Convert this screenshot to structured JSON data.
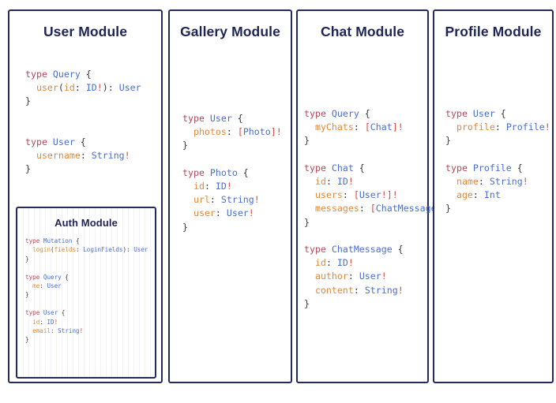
{
  "page": {
    "background": "#ffffff",
    "border_color": "#232a5c",
    "title_color": "#1f2456"
  },
  "syntax_colors": {
    "keyword": "#b5495b",
    "type_name": "#4a6fd4",
    "field_name": "#e08a3c",
    "punctuation": "#3b3b47",
    "non_null_bang": "#d84a3f",
    "bracket": "#d84a3f"
  },
  "modules": [
    {
      "id": "user",
      "title": "User Module",
      "code_lines": [
        [
          {
            "t": "type",
            "c": "kw"
          },
          {
            "t": " ",
            "c": "pun"
          },
          {
            "t": "Query",
            "c": "type"
          },
          {
            "t": " {",
            "c": "pun"
          }
        ],
        [
          {
            "t": "  ",
            "c": "pun"
          },
          {
            "t": "user",
            "c": "fld"
          },
          {
            "t": "(",
            "c": "pun"
          },
          {
            "t": "id",
            "c": "fld"
          },
          {
            "t": ": ",
            "c": "pun"
          },
          {
            "t": "ID",
            "c": "type"
          },
          {
            "t": "!",
            "c": "bang"
          },
          {
            "t": "): ",
            "c": "pun"
          },
          {
            "t": "User",
            "c": "type"
          }
        ],
        [
          {
            "t": "}",
            "c": "pun"
          }
        ],
        [
          {
            "t": "",
            "c": "pun"
          }
        ],
        [
          {
            "t": "",
            "c": "pun"
          }
        ],
        [
          {
            "t": "type",
            "c": "kw"
          },
          {
            "t": " ",
            "c": "pun"
          },
          {
            "t": "User",
            "c": "type"
          },
          {
            "t": " {",
            "c": "pun"
          }
        ],
        [
          {
            "t": "  ",
            "c": "pun"
          },
          {
            "t": "username",
            "c": "fld"
          },
          {
            "t": ": ",
            "c": "pun"
          },
          {
            "t": "String",
            "c": "type"
          },
          {
            "t": "!",
            "c": "bang"
          }
        ],
        [
          {
            "t": "}",
            "c": "pun"
          }
        ]
      ],
      "submodule": {
        "id": "auth",
        "title": "Auth Module",
        "code_lines": [
          [
            {
              "t": "type",
              "c": "kw"
            },
            {
              "t": " ",
              "c": "pun"
            },
            {
              "t": "Mutation",
              "c": "type"
            },
            {
              "t": " {",
              "c": "pun"
            }
          ],
          [
            {
              "t": "  ",
              "c": "pun"
            },
            {
              "t": "login",
              "c": "fld"
            },
            {
              "t": "(",
              "c": "pun"
            },
            {
              "t": "fields",
              "c": "fld"
            },
            {
              "t": ": ",
              "c": "pun"
            },
            {
              "t": "LoginFields",
              "c": "type"
            },
            {
              "t": "): ",
              "c": "pun"
            },
            {
              "t": "User",
              "c": "type"
            }
          ],
          [
            {
              "t": "}",
              "c": "pun"
            }
          ],
          [
            {
              "t": "",
              "c": "pun"
            }
          ],
          [
            {
              "t": "type",
              "c": "kw"
            },
            {
              "t": " ",
              "c": "pun"
            },
            {
              "t": "Query",
              "c": "type"
            },
            {
              "t": " {",
              "c": "pun"
            }
          ],
          [
            {
              "t": "  ",
              "c": "pun"
            },
            {
              "t": "me",
              "c": "fld"
            },
            {
              "t": ": ",
              "c": "pun"
            },
            {
              "t": "User",
              "c": "type"
            }
          ],
          [
            {
              "t": "}",
              "c": "pun"
            }
          ],
          [
            {
              "t": "",
              "c": "pun"
            }
          ],
          [
            {
              "t": "type",
              "c": "kw"
            },
            {
              "t": " ",
              "c": "pun"
            },
            {
              "t": "User",
              "c": "type"
            },
            {
              "t": " {",
              "c": "pun"
            }
          ],
          [
            {
              "t": "  ",
              "c": "pun"
            },
            {
              "t": "id",
              "c": "fld"
            },
            {
              "t": ": ",
              "c": "pun"
            },
            {
              "t": "ID",
              "c": "type"
            },
            {
              "t": "!",
              "c": "bang"
            }
          ],
          [
            {
              "t": "  ",
              "c": "pun"
            },
            {
              "t": "email",
              "c": "fld"
            },
            {
              "t": ": ",
              "c": "pun"
            },
            {
              "t": "String",
              "c": "type"
            },
            {
              "t": "!",
              "c": "bang"
            }
          ],
          [
            {
              "t": "}",
              "c": "pun"
            }
          ]
        ]
      }
    },
    {
      "id": "gallery",
      "title": "Gallery Module",
      "code_lines": [
        [
          {
            "t": "type",
            "c": "kw"
          },
          {
            "t": " ",
            "c": "pun"
          },
          {
            "t": "User",
            "c": "type"
          },
          {
            "t": " {",
            "c": "pun"
          }
        ],
        [
          {
            "t": "  ",
            "c": "pun"
          },
          {
            "t": "photos",
            "c": "fld"
          },
          {
            "t": ": ",
            "c": "pun"
          },
          {
            "t": "[",
            "c": "brk"
          },
          {
            "t": "Photo",
            "c": "type"
          },
          {
            "t": "]",
            "c": "brk"
          },
          {
            "t": "!",
            "c": "bang"
          }
        ],
        [
          {
            "t": "}",
            "c": "pun"
          }
        ],
        [
          {
            "t": "",
            "c": "pun"
          }
        ],
        [
          {
            "t": "type",
            "c": "kw"
          },
          {
            "t": " ",
            "c": "pun"
          },
          {
            "t": "Photo",
            "c": "type"
          },
          {
            "t": " {",
            "c": "pun"
          }
        ],
        [
          {
            "t": "  ",
            "c": "pun"
          },
          {
            "t": "id",
            "c": "fld"
          },
          {
            "t": ": ",
            "c": "pun"
          },
          {
            "t": "ID",
            "c": "type"
          },
          {
            "t": "!",
            "c": "bang"
          }
        ],
        [
          {
            "t": "  ",
            "c": "pun"
          },
          {
            "t": "url",
            "c": "fld"
          },
          {
            "t": ": ",
            "c": "pun"
          },
          {
            "t": "String",
            "c": "type"
          },
          {
            "t": "!",
            "c": "bang"
          }
        ],
        [
          {
            "t": "  ",
            "c": "pun"
          },
          {
            "t": "user",
            "c": "fld"
          },
          {
            "t": ": ",
            "c": "pun"
          },
          {
            "t": "User",
            "c": "type"
          },
          {
            "t": "!",
            "c": "bang"
          }
        ],
        [
          {
            "t": "}",
            "c": "pun"
          }
        ]
      ]
    },
    {
      "id": "chat",
      "title": "Chat Module",
      "code_lines": [
        [
          {
            "t": "type",
            "c": "kw"
          },
          {
            "t": " ",
            "c": "pun"
          },
          {
            "t": "Query",
            "c": "type"
          },
          {
            "t": " {",
            "c": "pun"
          }
        ],
        [
          {
            "t": "  ",
            "c": "pun"
          },
          {
            "t": "myChats",
            "c": "fld"
          },
          {
            "t": ": ",
            "c": "pun"
          },
          {
            "t": "[",
            "c": "brk"
          },
          {
            "t": "Chat",
            "c": "type"
          },
          {
            "t": "]",
            "c": "brk"
          },
          {
            "t": "!",
            "c": "bang"
          }
        ],
        [
          {
            "t": "}",
            "c": "pun"
          }
        ],
        [
          {
            "t": "",
            "c": "pun"
          }
        ],
        [
          {
            "t": "type",
            "c": "kw"
          },
          {
            "t": " ",
            "c": "pun"
          },
          {
            "t": "Chat",
            "c": "type"
          },
          {
            "t": " {",
            "c": "pun"
          }
        ],
        [
          {
            "t": "  ",
            "c": "pun"
          },
          {
            "t": "id",
            "c": "fld"
          },
          {
            "t": ": ",
            "c": "pun"
          },
          {
            "t": "ID",
            "c": "type"
          },
          {
            "t": "!",
            "c": "bang"
          }
        ],
        [
          {
            "t": "  ",
            "c": "pun"
          },
          {
            "t": "users",
            "c": "fld"
          },
          {
            "t": ": ",
            "c": "pun"
          },
          {
            "t": "[",
            "c": "brk"
          },
          {
            "t": "User",
            "c": "type"
          },
          {
            "t": "!",
            "c": "bang"
          },
          {
            "t": "]",
            "c": "brk"
          },
          {
            "t": "!",
            "c": "bang"
          }
        ],
        [
          {
            "t": "  ",
            "c": "pun"
          },
          {
            "t": "messages",
            "c": "fld"
          },
          {
            "t": ": ",
            "c": "pun"
          },
          {
            "t": "[",
            "c": "brk"
          },
          {
            "t": "ChatMessage",
            "c": "type"
          },
          {
            "t": "]",
            "c": "brk"
          },
          {
            "t": "!",
            "c": "bang"
          }
        ],
        [
          {
            "t": "}",
            "c": "pun"
          }
        ],
        [
          {
            "t": "",
            "c": "pun"
          }
        ],
        [
          {
            "t": "type",
            "c": "kw"
          },
          {
            "t": " ",
            "c": "pun"
          },
          {
            "t": "ChatMessage",
            "c": "type"
          },
          {
            "t": " {",
            "c": "pun"
          }
        ],
        [
          {
            "t": "  ",
            "c": "pun"
          },
          {
            "t": "id",
            "c": "fld"
          },
          {
            "t": ": ",
            "c": "pun"
          },
          {
            "t": "ID",
            "c": "type"
          },
          {
            "t": "!",
            "c": "bang"
          }
        ],
        [
          {
            "t": "  ",
            "c": "pun"
          },
          {
            "t": "author",
            "c": "fld"
          },
          {
            "t": ": ",
            "c": "pun"
          },
          {
            "t": "User",
            "c": "type"
          },
          {
            "t": "!",
            "c": "bang"
          }
        ],
        [
          {
            "t": "  ",
            "c": "pun"
          },
          {
            "t": "content",
            "c": "fld"
          },
          {
            "t": ": ",
            "c": "pun"
          },
          {
            "t": "String",
            "c": "type"
          },
          {
            "t": "!",
            "c": "bang"
          }
        ],
        [
          {
            "t": "}",
            "c": "pun"
          }
        ]
      ]
    },
    {
      "id": "profile",
      "title": "Profile Module",
      "code_lines": [
        [
          {
            "t": "type",
            "c": "kw"
          },
          {
            "t": " ",
            "c": "pun"
          },
          {
            "t": "User",
            "c": "type"
          },
          {
            "t": " {",
            "c": "pun"
          }
        ],
        [
          {
            "t": "  ",
            "c": "pun"
          },
          {
            "t": "profile",
            "c": "fld"
          },
          {
            "t": ": ",
            "c": "pun"
          },
          {
            "t": "Profile",
            "c": "type"
          },
          {
            "t": "!",
            "c": "bang"
          }
        ],
        [
          {
            "t": "}",
            "c": "pun"
          }
        ],
        [
          {
            "t": "",
            "c": "pun"
          }
        ],
        [
          {
            "t": "type",
            "c": "kw"
          },
          {
            "t": " ",
            "c": "pun"
          },
          {
            "t": "Profile",
            "c": "type"
          },
          {
            "t": " {",
            "c": "pun"
          }
        ],
        [
          {
            "t": "  ",
            "c": "pun"
          },
          {
            "t": "name",
            "c": "fld"
          },
          {
            "t": ": ",
            "c": "pun"
          },
          {
            "t": "String",
            "c": "type"
          },
          {
            "t": "!",
            "c": "bang"
          }
        ],
        [
          {
            "t": "  ",
            "c": "pun"
          },
          {
            "t": "age",
            "c": "fld"
          },
          {
            "t": ": ",
            "c": "pun"
          },
          {
            "t": "Int",
            "c": "type"
          }
        ],
        [
          {
            "t": "}",
            "c": "pun"
          }
        ]
      ]
    }
  ]
}
